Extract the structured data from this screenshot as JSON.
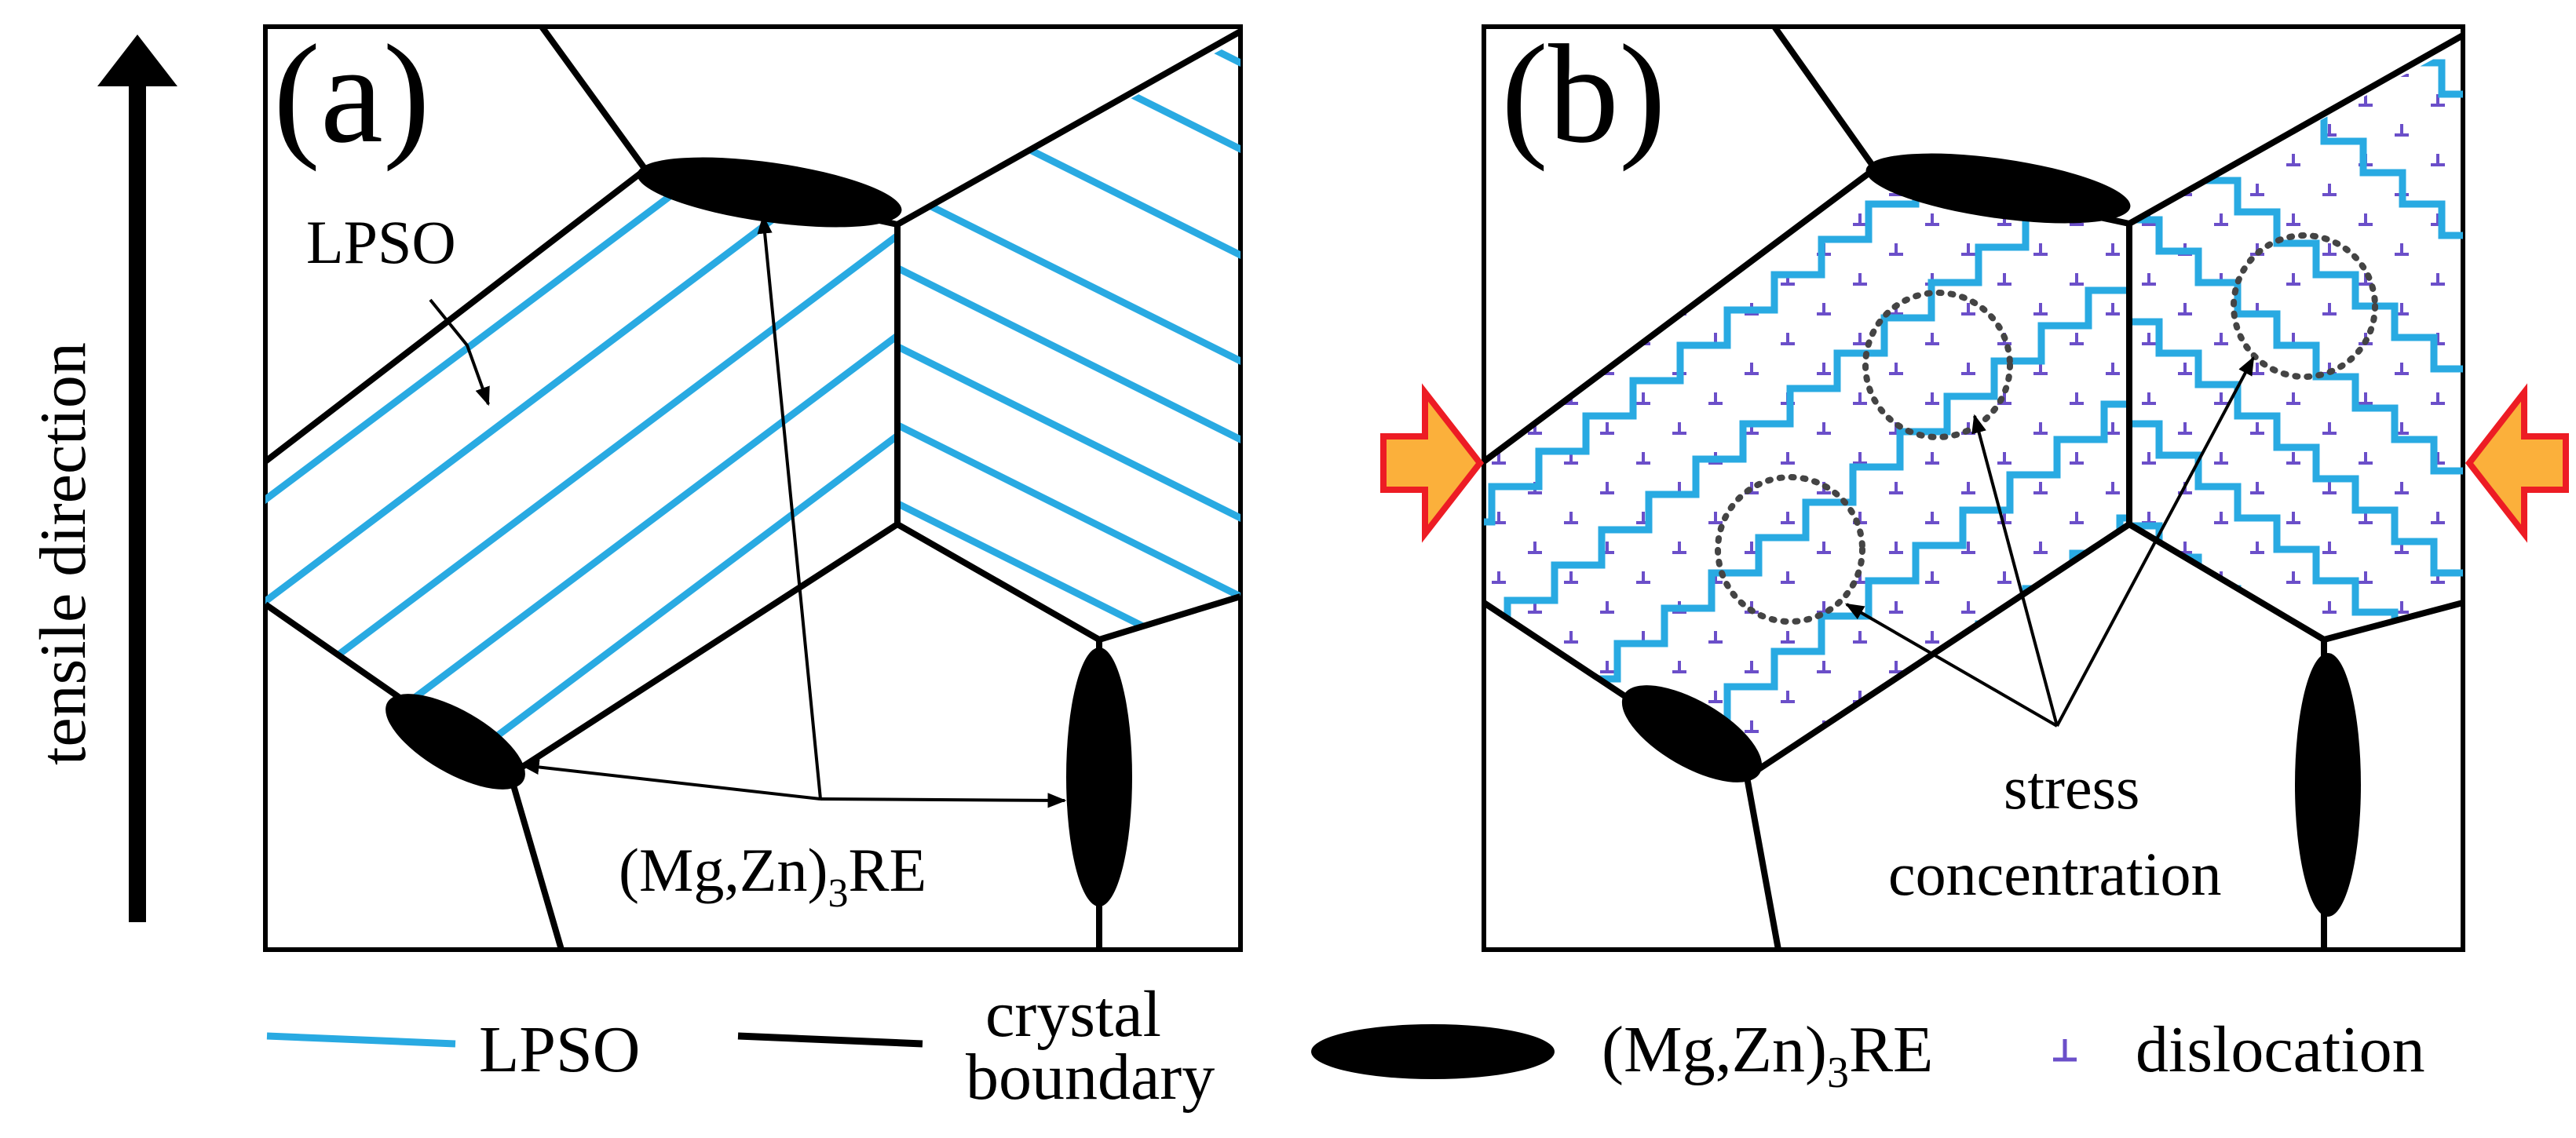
{
  "panels": {
    "a": {
      "label": "(a)"
    },
    "b": {
      "label": "(b)"
    }
  },
  "axis": {
    "direction_label": "tensile direction"
  },
  "annotations": {
    "a_lpso": "LPSO",
    "a_phase_main": "(Mg,Zn)",
    "a_phase_sub": "3",
    "a_phase_tail": "RE",
    "b_stress_line1": "stress",
    "b_stress_line2": "concentration"
  },
  "legend": {
    "lpso": "LPSO",
    "boundary_line1": "crystal",
    "boundary_line2": "boundary",
    "phase_main": "(Mg,Zn)",
    "phase_sub": "3",
    "phase_tail": "RE",
    "dislocation": "dislocation"
  },
  "colors": {
    "lpso": "#29aae2",
    "boundary": "#000000",
    "phase": "#000000",
    "dislocation": "#6b4fc9",
    "arrow_fill": "#fbb03b",
    "arrow_stroke": "#ed1c24"
  }
}
